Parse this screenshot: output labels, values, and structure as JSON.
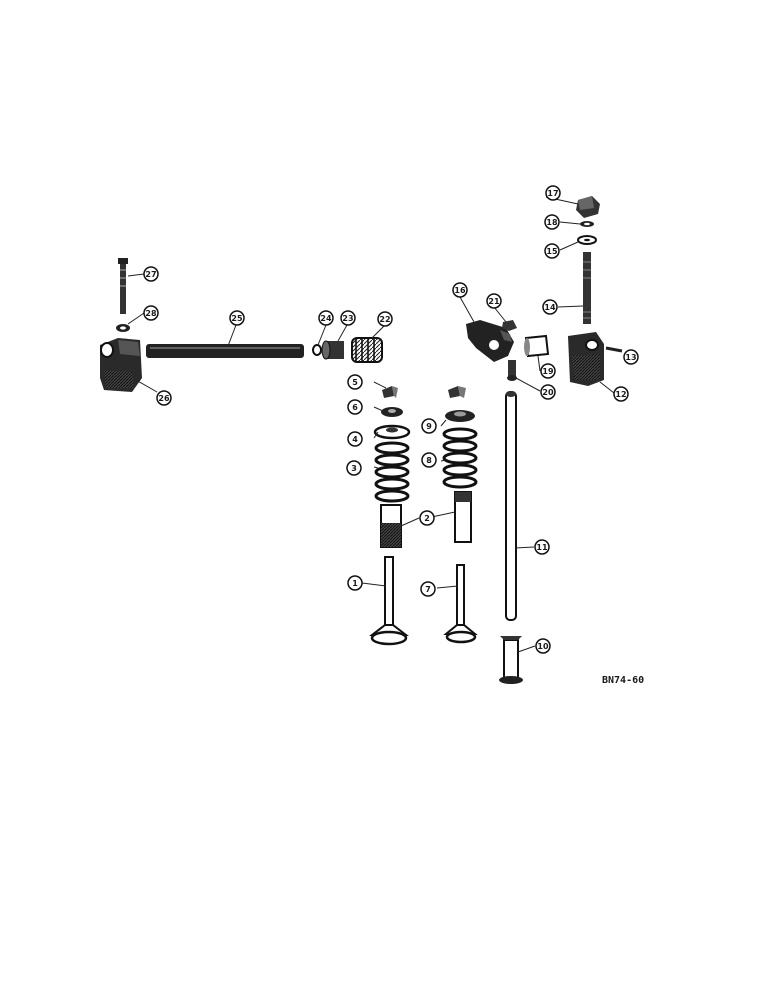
{
  "figure_code": "BN74-60",
  "callouts": [
    "1",
    "2",
    "3",
    "4",
    "5",
    "6",
    "7",
    "8",
    "9",
    "10",
    "11",
    "12",
    "13",
    "14",
    "15",
    "16",
    "17",
    "18",
    "19",
    "20",
    "21",
    "22",
    "23",
    "24",
    "25",
    "26",
    "27",
    "28"
  ]
}
